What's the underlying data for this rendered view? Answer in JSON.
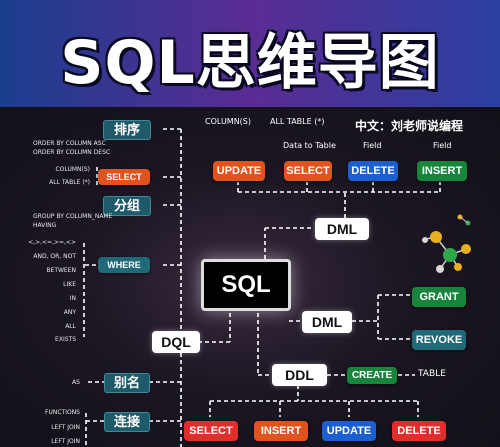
{
  "title": "SQL思维导图",
  "author": "中文：刘老师说编程",
  "center": "SQL",
  "dml_top": {
    "label": "DML",
    "header_labels": [
      "COLUMN(S)",
      "ALL TABLE (*)",
      "Data to Table",
      "Field",
      "Field"
    ],
    "commands": [
      "UPDATE",
      "SELECT",
      "DELETE",
      "INSERT"
    ]
  },
  "dcl": {
    "label": "DML",
    "commands": [
      "GRANT",
      "REVOKE"
    ]
  },
  "ddl": {
    "label": "DDL",
    "create": "CREATE",
    "create_target": "TABLE",
    "commands": [
      "SELECT",
      "INSERT",
      "UPDATE",
      "DELETE"
    ]
  },
  "dql": {
    "label": "DQL",
    "sort": {
      "label": "排序",
      "items": [
        "ORDER BY COLUMN ASC",
        "ORDER BY COLUMN DESC"
      ]
    },
    "select": {
      "label": "SELECT",
      "items": [
        "COLUMN(S)",
        "ALL TABLE (*)"
      ]
    },
    "group": {
      "label": "分组",
      "items": [
        "GROUP BY COLUMN_NAME",
        "HAVING"
      ]
    },
    "where": {
      "label": "WHERE",
      "items": [
        "<,>,<=,>=,<>",
        "AND, OR, NOT",
        "BETWEEN",
        "LIKE",
        "IN",
        "ANY",
        "ALL",
        "EXISTS"
      ]
    },
    "alias": {
      "label": "别名",
      "items": [
        "AS"
      ]
    },
    "join": {
      "label": "连接",
      "items": [
        "FUNCTIONS",
        "LEFT JOIN",
        "LEFT JOIN"
      ]
    }
  },
  "colors": {
    "orange": "#e0521e",
    "red": "#e22d2d",
    "blue": "#1b5fd0",
    "green": "#18843c",
    "teal": "#1e6a78"
  }
}
